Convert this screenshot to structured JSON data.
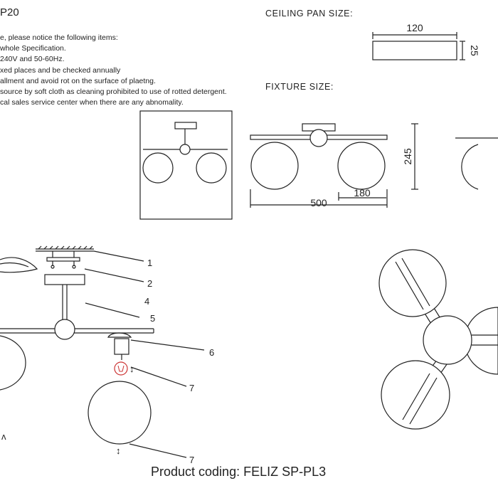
{
  "header": {
    "model_fragment": "P20"
  },
  "notes": [
    "e, please notice the following items:",
    "whole Specification.",
    "240V and 50-60Hz.",
    "xed places and be checked annually",
    "allment and avoid rot on the surface of plaetng.",
    "source by soft cloth as cleaning prohibited to use of rotted detergent.",
    "cal sales service center when there are any abnomality."
  ],
  "ceiling_pan": {
    "title": "CEILING PAN  SIZE:",
    "width": "120",
    "height": "25"
  },
  "fixture": {
    "title": "FIXTURE SIZE:",
    "length": "500",
    "globe": "180",
    "height": "245"
  },
  "parts": [
    "1",
    "2",
    "4",
    "5",
    "6",
    "7",
    "7"
  ],
  "footer": {
    "coding": "Product coding: FELIZ SP-PL3"
  }
}
